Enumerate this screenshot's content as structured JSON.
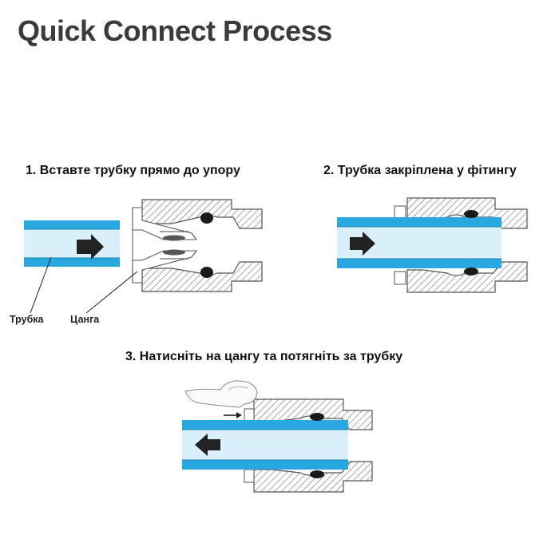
{
  "title": "Quick Connect Process",
  "steps": [
    {
      "label": "1. Вставте трубку прямо до упору"
    },
    {
      "label": "2. Трубка закріплена у фітингу"
    },
    {
      "label": "3. Натисніть на цангу та потягніть за трубку"
    }
  ],
  "callouts": {
    "tube": "Трубка",
    "collet": "Цанга"
  },
  "colors": {
    "tube_blue": "#29a8e0",
    "tube_fill": "#d9f0fb",
    "arrow": "#222222",
    "hatch": "#666666",
    "oring": "#1a1a1a"
  }
}
